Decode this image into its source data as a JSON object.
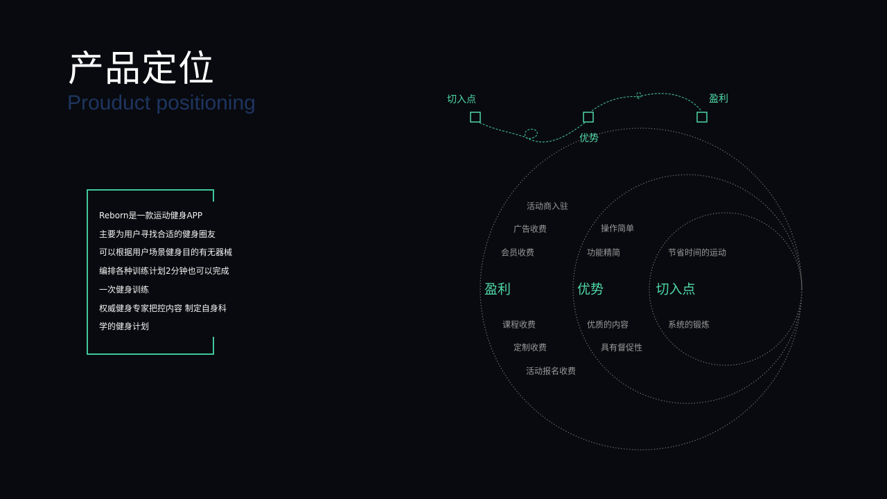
{
  "header": {
    "title_cn": "产品定位",
    "title_en": "Prouduct positioning"
  },
  "description": {
    "lines": [
      "Reborn是一款运动健身APP",
      "主要为用户寻找合适的健身圈友",
      "可以根据用户场景健身目的有无器械",
      "编排各种训练计划2分钟也可以完成",
      "一次健身训练",
      "权威健身专家把控内容   制定自身科",
      "学的健身计划"
    ]
  },
  "flow": {
    "nodes": [
      {
        "label": "切入点"
      },
      {
        "label": "优势"
      },
      {
        "label": "盈利"
      }
    ]
  },
  "circles": {
    "outer": {
      "title": "盈利",
      "items_top": [
        "活动商入驻",
        "广告收费",
        "会员收费"
      ],
      "items_bottom": [
        "课程收费",
        "定制收费",
        "活动报名收费"
      ]
    },
    "middle": {
      "title": "优势",
      "items_top": [
        "操作简单",
        "功能精简"
      ],
      "items_bottom": [
        "优质的内容",
        "具有督促性"
      ]
    },
    "inner": {
      "title": "切入点",
      "items_top": [
        "节省时间的运动"
      ],
      "items_bottom": [
        "系统的锻炼"
      ]
    }
  },
  "colors": {
    "background": "#090a0f",
    "accent_green": "#4fd8a6",
    "subtitle_blue": "#1e3560",
    "muted_text": "#9a9a9a"
  }
}
